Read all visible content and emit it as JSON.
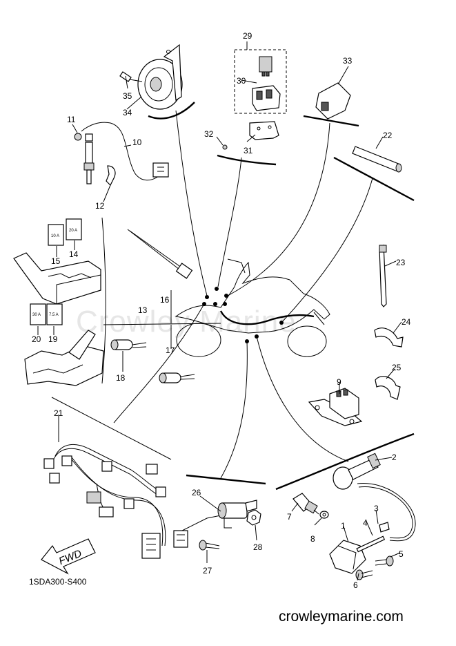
{
  "watermark": "Crowley Marine",
  "diagram_code": "1SDA300-S400",
  "site": "crowleymarine.com",
  "fwd_label": "FWD",
  "fuse_ratings": {
    "f14": "20 A",
    "f15": "10 A",
    "f19": "7.5 A",
    "f20": "30 A"
  },
  "callouts": {
    "c1": "1",
    "c2": "2",
    "c3": "3",
    "c4": "4",
    "c5": "5",
    "c6": "6",
    "c7": "7",
    "c8": "8",
    "c9": "9",
    "c10": "10",
    "c11": "11",
    "c12": "12",
    "c13": "13",
    "c14": "14",
    "c15": "15",
    "c16": "16",
    "c17": "17",
    "c18": "18",
    "c19": "19",
    "c20": "20",
    "c21": "21",
    "c22": "22",
    "c23": "23",
    "c24": "24",
    "c25": "25",
    "c26": "26",
    "c27": "27",
    "c28": "28",
    "c29": "29",
    "c30": "30",
    "c31": "31",
    "c32": "32",
    "c33": "33",
    "c34": "34",
    "c35": "35"
  }
}
